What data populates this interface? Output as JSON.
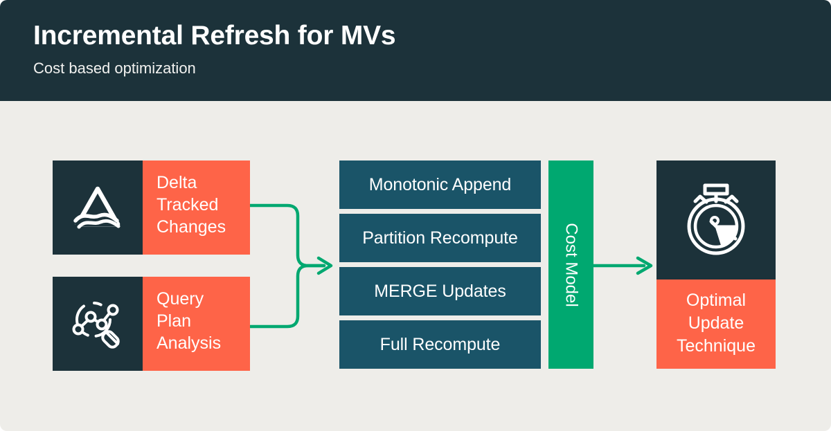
{
  "header": {
    "title": "Incremental Refresh for MVs",
    "subtitle": "Cost based optimization"
  },
  "colors": {
    "page_background": "#EEEDE9",
    "header_background": "#1C323A",
    "icon_panel": "#1C323A",
    "coral": "#FE6448",
    "teal": "#1A5468",
    "green": "#00A870",
    "text_light": "#FFFFFF"
  },
  "sources": [
    {
      "icon": "delta-triangle-icon",
      "label": "Delta\nTracked\nChanges",
      "label_lines": [
        "Delta",
        "Tracked",
        "Changes"
      ]
    },
    {
      "icon": "query-plan-magnifier-icon",
      "label": "Query\nPlan\nAnalysis",
      "label_lines": [
        "Query",
        "Plan",
        "Analysis"
      ]
    }
  ],
  "options": [
    {
      "label": "Monotonic Append"
    },
    {
      "label": "Partition Recompute"
    },
    {
      "label": "MERGE Updates"
    },
    {
      "label": "Full Recompute"
    }
  ],
  "cost_model": {
    "label": "Cost Model"
  },
  "result": {
    "icon": "stopwatch-icon",
    "label_lines": [
      "Optimal",
      "Update",
      "Technique"
    ]
  }
}
